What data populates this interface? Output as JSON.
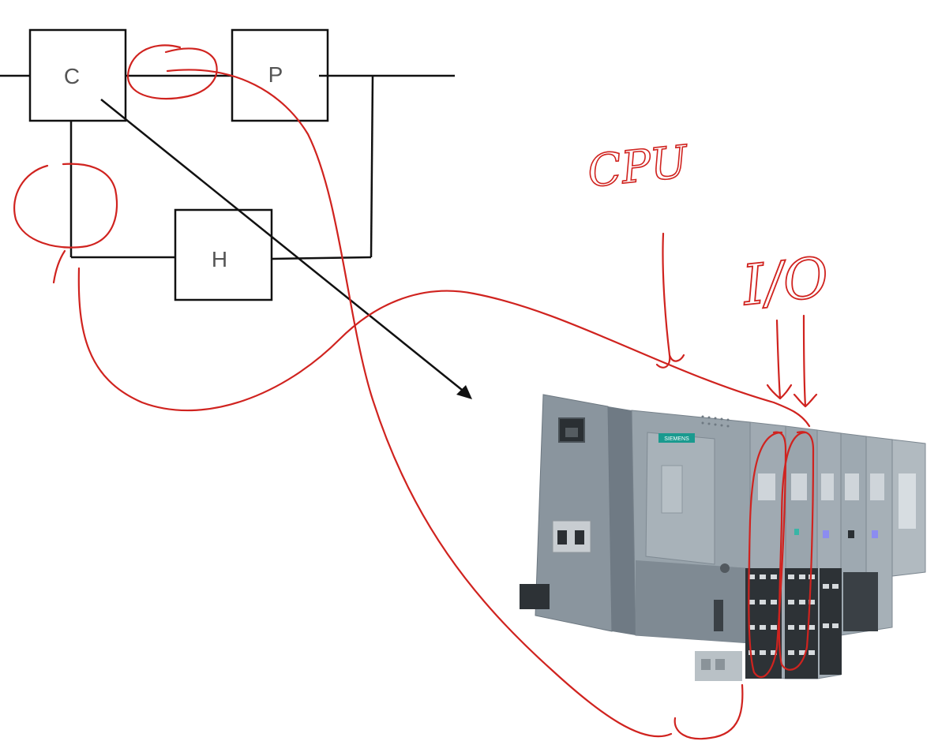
{
  "blocks": {
    "controller": "C",
    "plant": "P",
    "feedback": "H"
  },
  "annotations": {
    "cpu": "CPU",
    "io": "I/O"
  },
  "device": {
    "brand": "SIEMENS"
  },
  "colors": {
    "diagram_ink": "#111111",
    "annotation_red": "#d0231f",
    "plc_body": "#8a959e",
    "plc_dark": "#5d6a74",
    "brand_teal": "#1a9a8f"
  }
}
